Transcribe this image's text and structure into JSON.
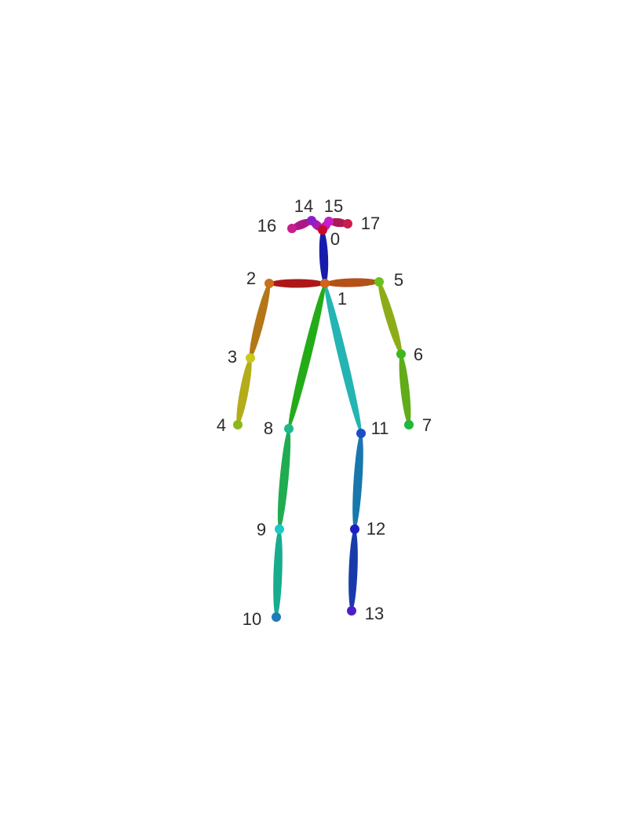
{
  "keypoints": [
    {
      "id": "0",
      "label": "0",
      "color": "#c80a2a"
    },
    {
      "id": "1",
      "label": "1",
      "color": "#d0651c"
    },
    {
      "id": "2",
      "label": "2",
      "color": "#c8701a"
    },
    {
      "id": "3",
      "label": "3",
      "color": "#c8c81e"
    },
    {
      "id": "4",
      "label": "4",
      "color": "#8cb81c"
    },
    {
      "id": "5",
      "label": "5",
      "color": "#6cc01e"
    },
    {
      "id": "6",
      "label": "6",
      "color": "#3cb81e"
    },
    {
      "id": "7",
      "label": "7",
      "color": "#1eb83c"
    },
    {
      "id": "8",
      "label": "8",
      "color": "#1eb88c"
    },
    {
      "id": "9",
      "label": "9",
      "color": "#1ec8c8"
    },
    {
      "id": "10",
      "label": "10",
      "color": "#1e7cb8"
    },
    {
      "id": "11",
      "label": "11",
      "color": "#1e4cc8"
    },
    {
      "id": "12",
      "label": "12",
      "color": "#1e1ec8"
    },
    {
      "id": "13",
      "label": "13",
      "color": "#4c1ec8"
    },
    {
      "id": "14",
      "label": "14",
      "color": "#8c1ec8"
    },
    {
      "id": "15",
      "label": "15",
      "color": "#c81ec8"
    },
    {
      "id": "16",
      "label": "16",
      "color": "#c81e8c"
    },
    {
      "id": "17",
      "label": "17",
      "color": "#c81e4c"
    }
  ],
  "limbs": [
    {
      "from": "1",
      "to": "2",
      "color": "#a80c0c"
    },
    {
      "from": "1",
      "to": "5",
      "color": "#b0480c"
    },
    {
      "from": "2",
      "to": "3",
      "color": "#b0700c"
    },
    {
      "from": "3",
      "to": "4",
      "color": "#b0a80c"
    },
    {
      "from": "5",
      "to": "6",
      "color": "#88a80c"
    },
    {
      "from": "6",
      "to": "7",
      "color": "#58a80c"
    },
    {
      "from": "1",
      "to": "8",
      "color": "#18a80c"
    },
    {
      "from": "8",
      "to": "9",
      "color": "#14a848"
    },
    {
      "from": "9",
      "to": "10",
      "color": "#0ca888"
    },
    {
      "from": "1",
      "to": "11",
      "color": "#18b0b0"
    },
    {
      "from": "11",
      "to": "12",
      "color": "#0c70a8"
    },
    {
      "from": "12",
      "to": "13",
      "color": "#0c30a8"
    },
    {
      "from": "1",
      "to": "0",
      "color": "#0c10a8"
    },
    {
      "from": "0",
      "to": "14",
      "color": "#a80ca8"
    },
    {
      "from": "14",
      "to": "16",
      "color": "#a80c80"
    },
    {
      "from": "0",
      "to": "15",
      "color": "#c80cb0"
    },
    {
      "from": "15",
      "to": "17",
      "color": "#a80c48"
    }
  ]
}
